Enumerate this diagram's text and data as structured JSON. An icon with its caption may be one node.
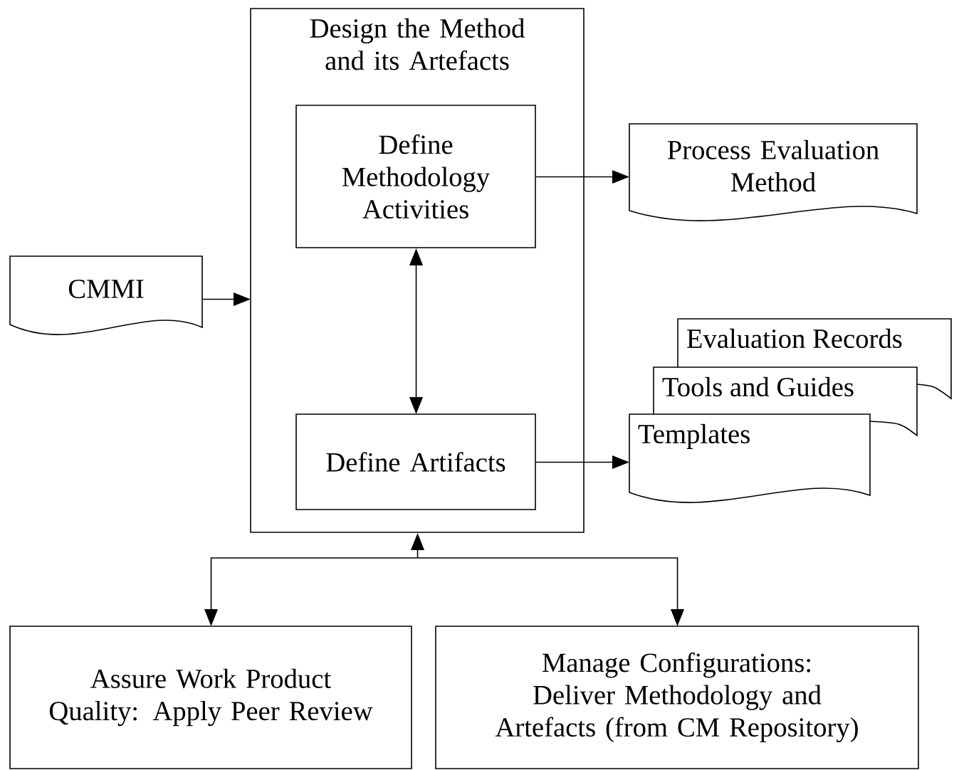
{
  "diagram": {
    "nodes": [
      {
        "text": [
          "Design the Method and its Artefacts"
        ]
      },
      {
        "text": [
          "Define Methodology Activities"
        ],
        "in": 0
      },
      {
        "text": [
          "Define Artifacts"
        ],
        "in": 0
      },
      {
        "text": [
          "CMMI"
        ]
      },
      {
        "text": [
          "Process Evaluation Method"
        ]
      },
      {
        "text": [
          "Evaluation Records"
        ]
      },
      {
        "text": [
          "Tools and Guides"
        ]
      },
      {
        "text": [
          "Templates"
        ]
      },
      {
        "text": [
          "Assure Work Product Quality: Apply Peer Review"
        ]
      },
      {
        "text": [
          "Manage Configurations: Deliver Methodology and Artefacts (from CM Repository)"
        ]
      }
    ],
    "edges": [
      {
        "from": 3,
        "to": 0,
        "arrow": "to"
      },
      {
        "from": 1,
        "to": 4,
        "arrow": "to"
      },
      {
        "from": 1,
        "to": 2,
        "arrow": "both"
      },
      {
        "from": 2,
        "to": 7,
        "arrow": "to"
      },
      {
        "from": 0,
        "to": 8,
        "arrow": "both"
      },
      {
        "from": 0,
        "to": 9,
        "arrow": "both"
      }
    ]
  }
}
